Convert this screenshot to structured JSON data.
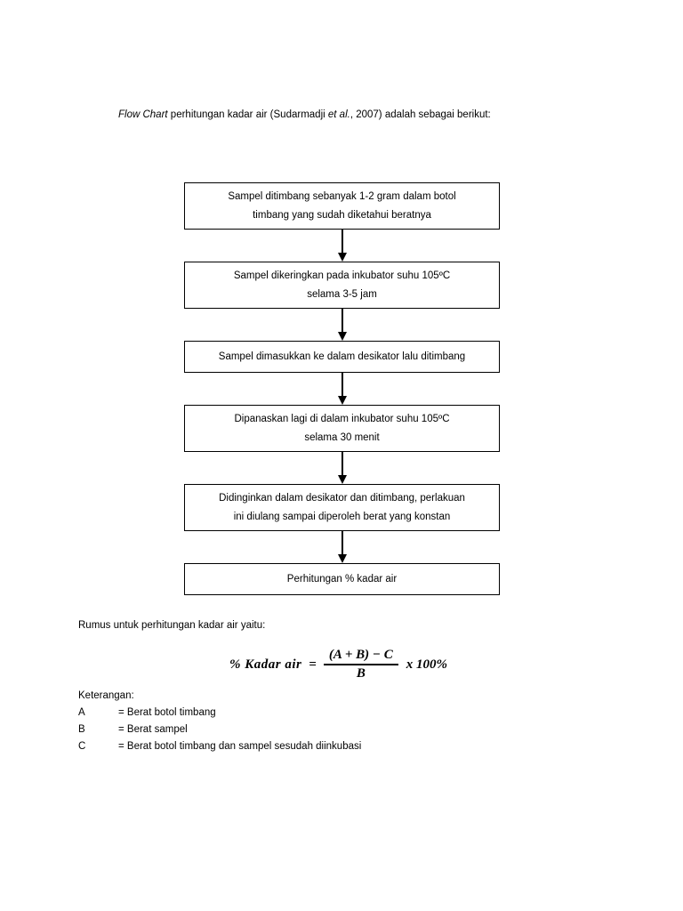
{
  "intro": {
    "italic_prefix": "Flow Chart",
    "rest": " perhitungan kadar air (Sudarmadji ",
    "italic_mid": "et al.",
    "rest2": ", 2007) adalah sebagai berikut:"
  },
  "flowchart": {
    "nodes": [
      {
        "id": "node-1",
        "lines": [
          "Sampel ditimbang sebanyak 1-2 gram dalam botol",
          "timbang yang sudah diketahui beratnya"
        ]
      },
      {
        "id": "node-2",
        "lines": [
          "Sampel dikeringkan pada inkubator suhu 105ºC",
          "selama 3-5 jam"
        ]
      },
      {
        "id": "node-3",
        "lines": [
          "Sampel dimasukkan ke dalam desikator lalu ditimbang"
        ]
      },
      {
        "id": "node-4",
        "lines": [
          "Dipanaskan lagi di dalam inkubator suhu 105ºC",
          "selama 30 menit"
        ]
      },
      {
        "id": "node-5",
        "lines": [
          "Didinginkan dalam desikator dan ditimbang, perlakuan",
          "ini diulang sampai diperoleh berat yang konstan"
        ]
      },
      {
        "id": "node-6",
        "lines": [
          "Perhitungan % kadar air"
        ]
      }
    ]
  },
  "formula_intro": "Rumus untuk perhitungan kadar air yaitu:",
  "formula": {
    "lhs": "% Kadar air",
    "equals": "=",
    "numerator": "(A + B) − C",
    "denominator": "B",
    "tail": "x 100%"
  },
  "keterangan": {
    "title": "Keterangan:",
    "items": [
      {
        "symbol": "A",
        "definition": "= Berat botol timbang"
      },
      {
        "symbol": "B",
        "definition": "= Berat sampel"
      },
      {
        "symbol": "C",
        "definition": "= Berat botol timbang dan sampel sesudah diinkubasi"
      }
    ]
  }
}
